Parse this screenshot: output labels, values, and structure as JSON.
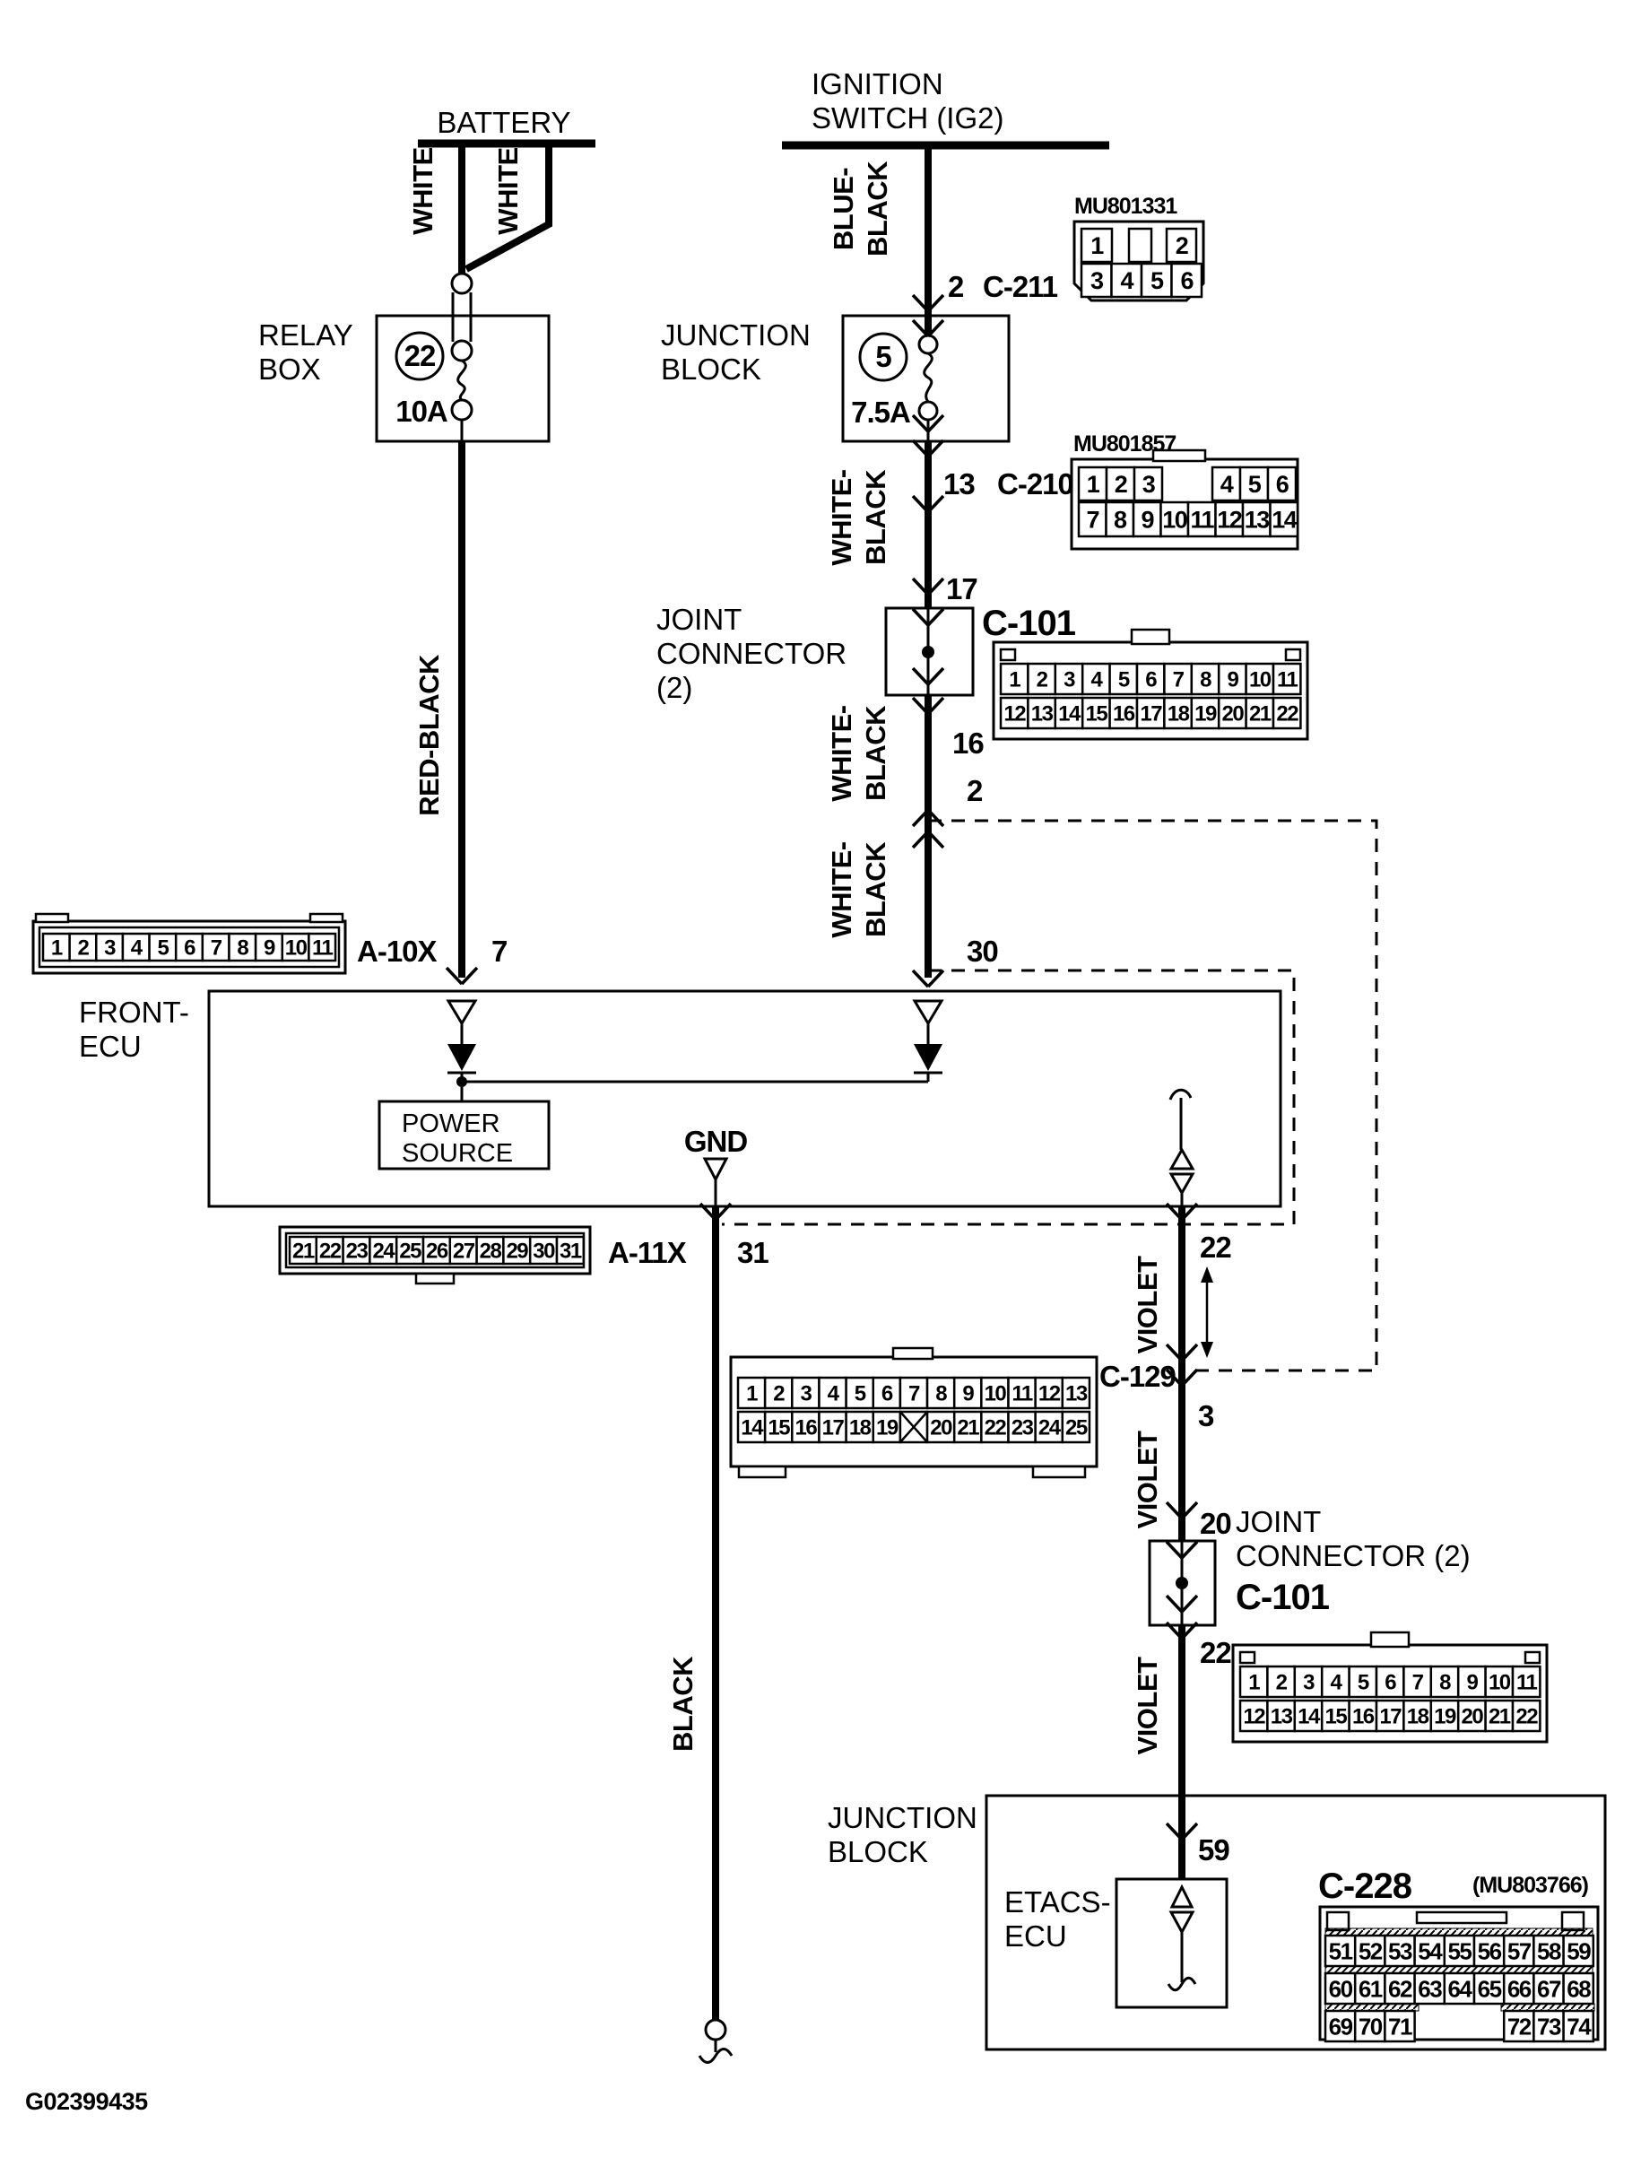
{
  "document_number": "G02399435",
  "labels": {
    "battery": "BATTERY",
    "ignition_line1": "IGNITION",
    "ignition_line2": "SWITCH (IG2)",
    "relay_line1": "RELAY",
    "relay_line2": "BOX",
    "junction_top_line1": "JUNCTION",
    "junction_top_line2": "BLOCK",
    "joint_top_line1": "JOINT",
    "joint_top_line2": "CONNECTOR",
    "joint_top_line3": "(2)",
    "front_ecu_line1": "FRONT-",
    "front_ecu_line2": "ECU",
    "power_line1": "POWER",
    "power_line2": "SOURCE",
    "gnd": "GND",
    "joint_bottom_line1": "JOINT",
    "joint_bottom_line2": "CONNECTOR (2)",
    "joint_bottom_line3": "C-101",
    "junction_bottom_line1": "JUNCTION",
    "junction_bottom_line2": "BLOCK",
    "etacs_line1": "ETACS-",
    "etacs_line2": "ECU"
  },
  "fuses": {
    "relay_fuse_number": "22",
    "relay_fuse_rating": "10A",
    "jb_fuse_number": "5",
    "jb_fuse_rating": "7.5A"
  },
  "wire_colors": {
    "white_left": "WHITE",
    "white_right": "WHITE",
    "blue_black_a": "BLUE-",
    "blue_black_b": "BLACK",
    "red_black": "RED-BLACK",
    "wb1a": "WHITE-",
    "wb1b": "BLACK",
    "wb2a": "WHITE-",
    "wb2b": "BLACK",
    "wb3a": "WHITE-",
    "wb3b": "BLACK",
    "violet1": "VIOLET",
    "violet2": "VIOLET",
    "violet3": "VIOLET",
    "black": "BLACK"
  },
  "pins": {
    "ign_pin": "2",
    "jb_out_pin": "13",
    "jc_in_pin": "17",
    "jc_out_pin": "16",
    "branch_pin": "2",
    "ecu_ig_pin": "30",
    "ecu_batt_pin": "7",
    "ecu_gnd_pin": "31",
    "ecu_out_pin": "22",
    "c129_pin": "3",
    "jc2_in_pin": "20",
    "jc2_out_pin": "22",
    "etacs_pin": "59"
  },
  "connector_names": {
    "c211": "C-211",
    "c210": "C-210",
    "c101_top": "C-101",
    "a10x": "A-10X",
    "a11x": "A-11X",
    "c129": "C-129",
    "c101_bottom": "C-101",
    "c228": "C-228"
  },
  "part_numbers": {
    "mu801331": "MU801331",
    "mu801857": "MU801857",
    "mu803766": "(MU803766)"
  },
  "grids": {
    "mu801331": {
      "row1": [
        "1",
        "2"
      ],
      "row2": [
        "3",
        "4",
        "5",
        "6"
      ]
    },
    "mu801857": {
      "row1": [
        "1",
        "2",
        "3",
        "4",
        "5",
        "6"
      ],
      "row2": [
        "7",
        "8",
        "9",
        "10",
        "11",
        "12",
        "13",
        "14"
      ]
    },
    "c101": {
      "row1": [
        "1",
        "2",
        "3",
        "4",
        "5",
        "6",
        "7",
        "8",
        "9",
        "10",
        "11"
      ],
      "row2": [
        "12",
        "13",
        "14",
        "15",
        "16",
        "17",
        "18",
        "19",
        "20",
        "21",
        "22"
      ]
    },
    "a10x": {
      "row": [
        "1",
        "2",
        "3",
        "4",
        "5",
        "6",
        "7",
        "8",
        "9",
        "10",
        "11"
      ]
    },
    "a11x": {
      "row": [
        "21",
        "22",
        "23",
        "24",
        "25",
        "26",
        "27",
        "28",
        "29",
        "30",
        "31"
      ]
    },
    "c129": {
      "row1": [
        "1",
        "2",
        "3",
        "4",
        "5",
        "6",
        "7",
        "8",
        "9",
        "10",
        "11",
        "12",
        "13"
      ],
      "row2": [
        "14",
        "15",
        "16",
        "17",
        "18",
        "19",
        "X",
        "20",
        "21",
        "22",
        "23",
        "24",
        "25"
      ]
    },
    "c228": {
      "row1": [
        "51",
        "52",
        "53",
        "54",
        "55",
        "56",
        "57",
        "58",
        "59"
      ],
      "row2": [
        "60",
        "61",
        "62",
        "63",
        "64",
        "65",
        "66",
        "67",
        "68"
      ],
      "row3": [
        "69",
        "70",
        "71",
        "72",
        "73",
        "74"
      ]
    }
  }
}
